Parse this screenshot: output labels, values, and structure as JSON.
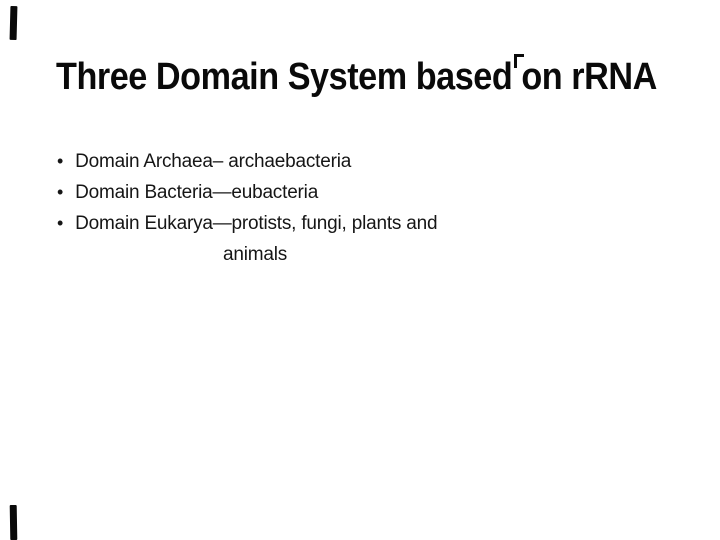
{
  "slide": {
    "title": "Three Domain System based on rRNA",
    "bullet_glyph": "•",
    "bullets": [
      {
        "label": "Domain Archaea– archaebacteria"
      },
      {
        "label": "Domain Bacteria—eubacteria"
      },
      {
        "label": "Domain Eukarya—protists, fungi, plants and",
        "continuation": "animals"
      }
    ],
    "colors": {
      "background": "#ffffff",
      "text": "#0a0a0a"
    }
  }
}
